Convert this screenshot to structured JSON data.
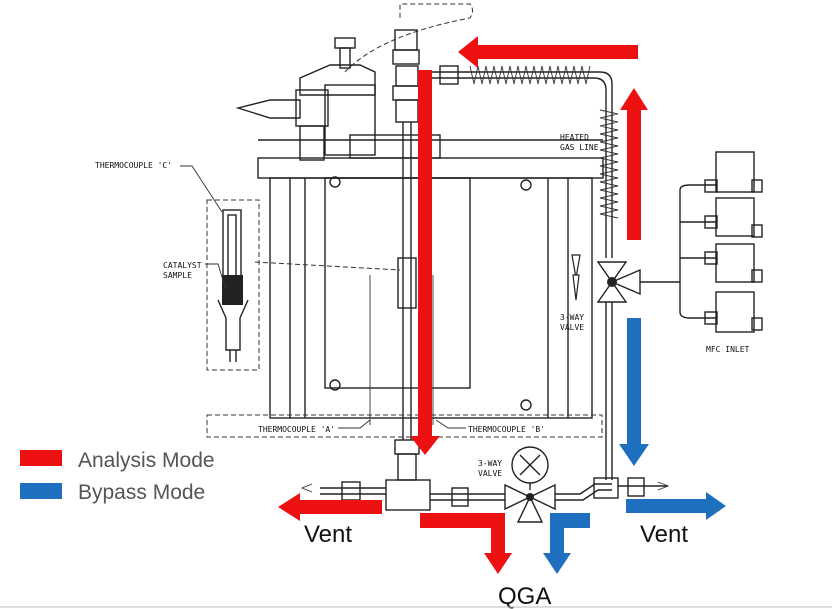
{
  "labels": {
    "thermocouple_c": "THERMOCOUPLE 'C'",
    "catalyst_line1": "CATALYST",
    "catalyst_line2": "SAMPLE",
    "heated_line1": "HEATED",
    "heated_line2": "GAS LINE",
    "valve_right_line1": "3-WAY",
    "valve_right_line2": "VALVE",
    "valve_bottom_line1": "3-WAY",
    "valve_bottom_line2": "VALVE",
    "mfc_inlet": "MFC INLET",
    "thermocouple_a": "THERMOCOUPLE 'A'",
    "thermocouple_b": "THERMOCOUPLE 'B'",
    "vent_left": "Vent",
    "vent_right": "Vent",
    "qga": "QGA"
  },
  "legend": [
    {
      "label": "Analysis Mode",
      "color": "#ee1111"
    },
    {
      "label": "Bypass Mode",
      "color": "#1f6fbf"
    }
  ],
  "colors": {
    "analysis": "#ee1111",
    "bypass": "#1f6fbf",
    "drawing": "#222222"
  }
}
